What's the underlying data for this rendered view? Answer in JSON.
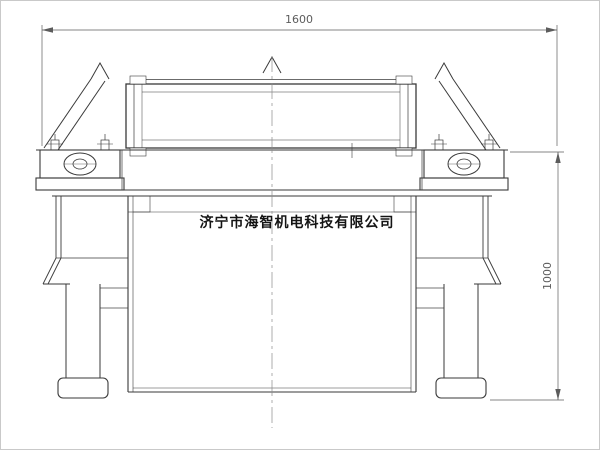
{
  "canvas": {
    "background": "#ffffff",
    "border_color": "#c9c9c9"
  },
  "styles": {
    "line_color": "#3a3a3a",
    "thin_line_color": "#6a6a6a",
    "dim_color": "#5c5c5c",
    "centerline_color": "#8c8c8c",
    "watermark_color": "#141414"
  },
  "dimensions": {
    "width_label": "1600",
    "height_label": "1000"
  },
  "watermark": {
    "text": "济宁市海智机电科技有限公司"
  }
}
